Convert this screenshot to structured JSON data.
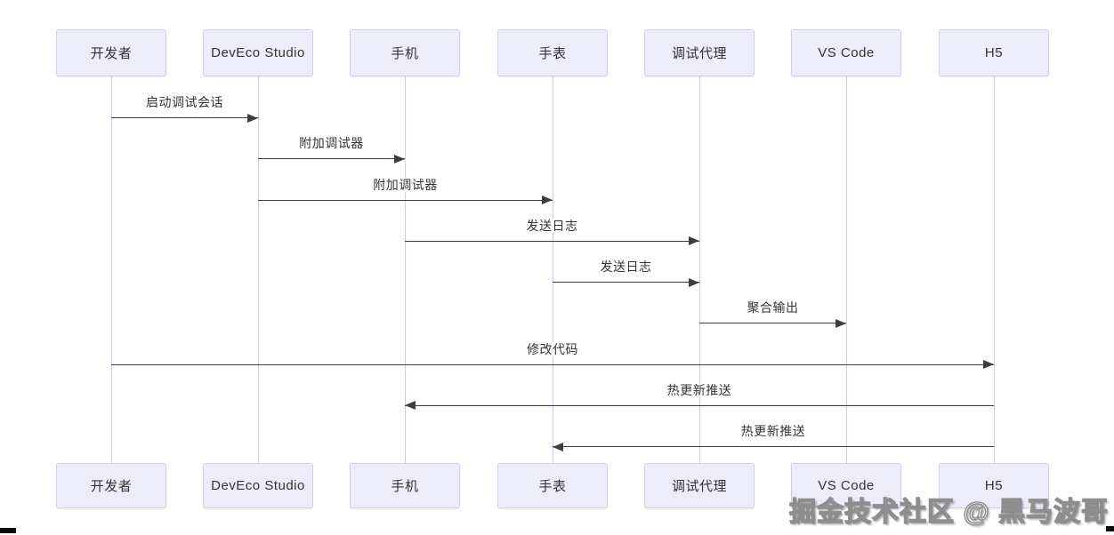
{
  "diagram": {
    "type": "sequence",
    "participants": [
      {
        "label": "开发者"
      },
      {
        "label": "DevEco Studio"
      },
      {
        "label": "手机"
      },
      {
        "label": "手表"
      },
      {
        "label": "调试代理"
      },
      {
        "label": "VS Code"
      },
      {
        "label": "H5"
      }
    ],
    "messages": [
      {
        "text": "启动调试会话",
        "from": "开发者",
        "to": "DevEco Studio",
        "from_index": 0,
        "to_index": 1,
        "direction": "right"
      },
      {
        "text": "附加调试器",
        "from": "DevEco Studio",
        "to": "手机",
        "from_index": 1,
        "to_index": 2,
        "direction": "right"
      },
      {
        "text": "附加调试器",
        "from": "DevEco Studio",
        "to": "手表",
        "from_index": 1,
        "to_index": 3,
        "direction": "right"
      },
      {
        "text": "发送日志",
        "from": "手机",
        "to": "调试代理",
        "from_index": 2,
        "to_index": 4,
        "direction": "right"
      },
      {
        "text": "发送日志",
        "from": "手表",
        "to": "调试代理",
        "from_index": 3,
        "to_index": 4,
        "direction": "right"
      },
      {
        "text": "聚合输出",
        "from": "调试代理",
        "to": "VS Code",
        "from_index": 4,
        "to_index": 5,
        "direction": "right"
      },
      {
        "text": "修改代码",
        "from": "开发者",
        "to": "H5",
        "from_index": 0,
        "to_index": 6,
        "direction": "right"
      },
      {
        "text": "热更新推送",
        "from": "H5",
        "to": "手机",
        "from_index": 6,
        "to_index": 2,
        "direction": "left"
      },
      {
        "text": "热更新推送",
        "from": "H5",
        "to": "手表",
        "from_index": 6,
        "to_index": 3,
        "direction": "left"
      }
    ],
    "colors": {
      "actor_fill": "#ECECFB",
      "actor_border": "#CFCFE9",
      "lifeline": "#CCCCEE",
      "arrow": "#3D3D3D",
      "text": "#333333"
    }
  },
  "watermark": {
    "text": "掘金技术社区 @ 黑马波哥"
  }
}
